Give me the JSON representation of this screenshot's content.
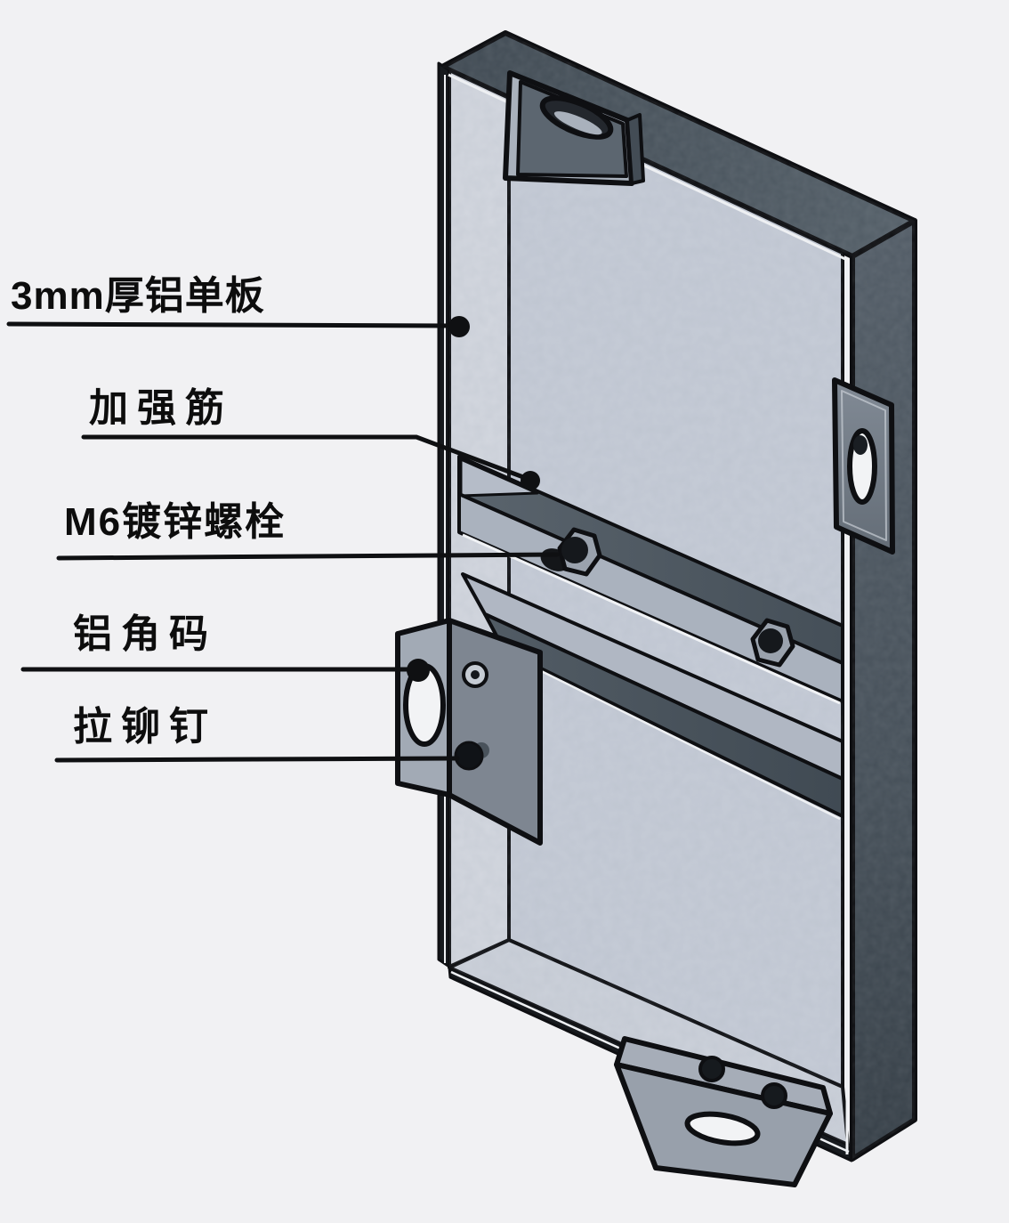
{
  "diagram": {
    "subject": "aluminum-veneer-panel-assembly",
    "labels": [
      {
        "id": "panel-sheet",
        "text": "3mm厚铝单板"
      },
      {
        "id": "stiffener-rib",
        "text": "加强筋"
      },
      {
        "id": "bolt",
        "text": "M6镀锌螺栓"
      },
      {
        "id": "angle-bracket",
        "text": "铝角码"
      },
      {
        "id": "rivet",
        "text": "拉铆钉"
      }
    ],
    "colors": {
      "background": "#f1f1f3",
      "outline": "#0e0f12",
      "frame_dark": "#49535c",
      "frame_dark_deep": "#3a434c",
      "panel_face": "#c6ccd7",
      "panel_bevel": "#d3d7df",
      "rib_web": "#545e67",
      "rib_flange": "#aab2be",
      "bracket_light": "#a2aab5",
      "bracket_dark": "#7e8691",
      "slot_fill": "#f2f3f5",
      "label_text": "#0d0d0d"
    }
  }
}
